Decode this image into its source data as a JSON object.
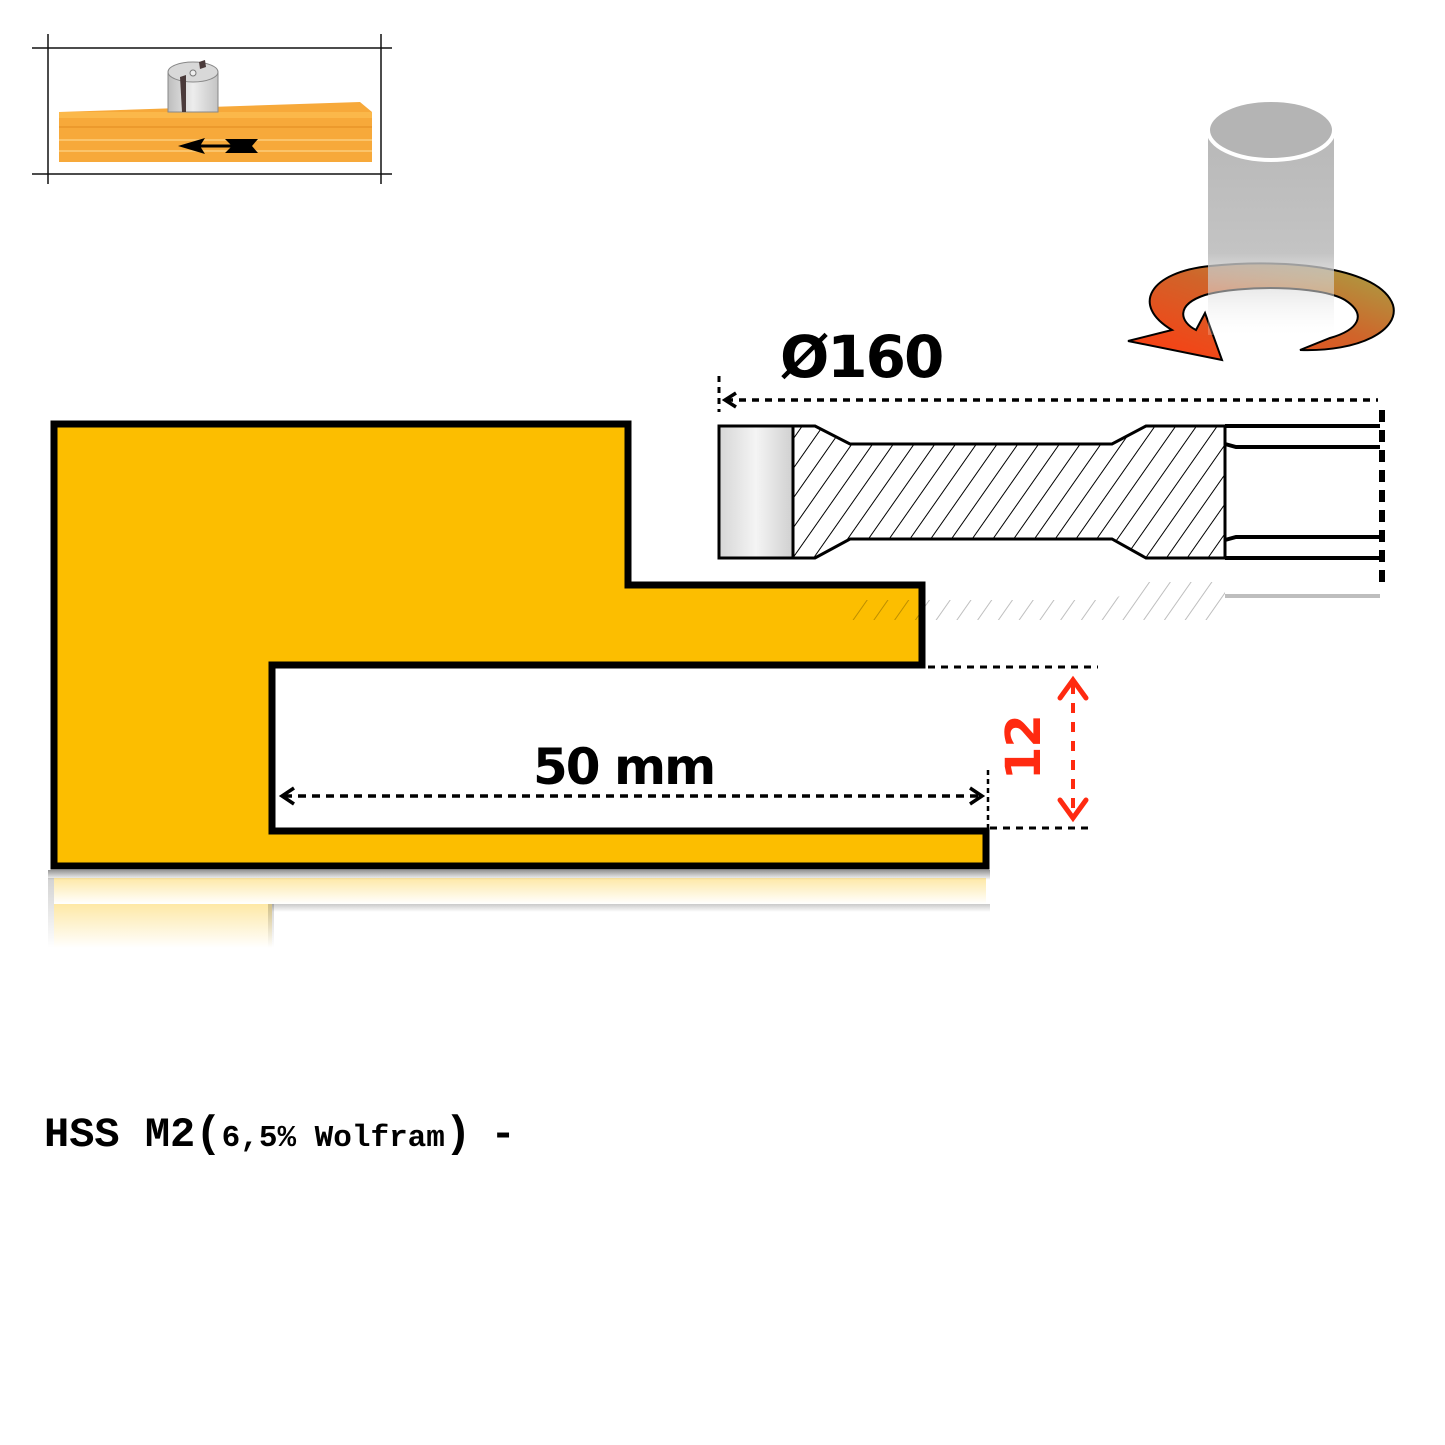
{
  "diagram": {
    "type": "router bit profile drawing",
    "thumbnail": {
      "description": "router cutter on orange wood board with feed direction arrow",
      "feed_direction": "left",
      "colors": {
        "wood": "#f7a93a",
        "cutter": "#dcdcdc",
        "arrow": "#000000"
      }
    },
    "rotation_icon": {
      "description": "grey transparent cylinder with curved rotation arrow",
      "direction": "counterclockwise",
      "colors": {
        "arrow_start": "#ff3a10",
        "arrow_end": "#a9a246",
        "cylinder": "#b0b0b0"
      }
    },
    "dimensions": {
      "diameter_label": "Ø160",
      "width_label": "50 mm",
      "depth_label": "12"
    },
    "profile": {
      "fill_color": "#fcbe00",
      "outline_color": "#000000",
      "accent_color": "#ff2a10"
    },
    "material": {
      "prefix": "HSS M2",
      "open_paren": "(",
      "detail": "6,5% Wolfram",
      "close_paren": ")",
      "suffix": "-"
    }
  }
}
